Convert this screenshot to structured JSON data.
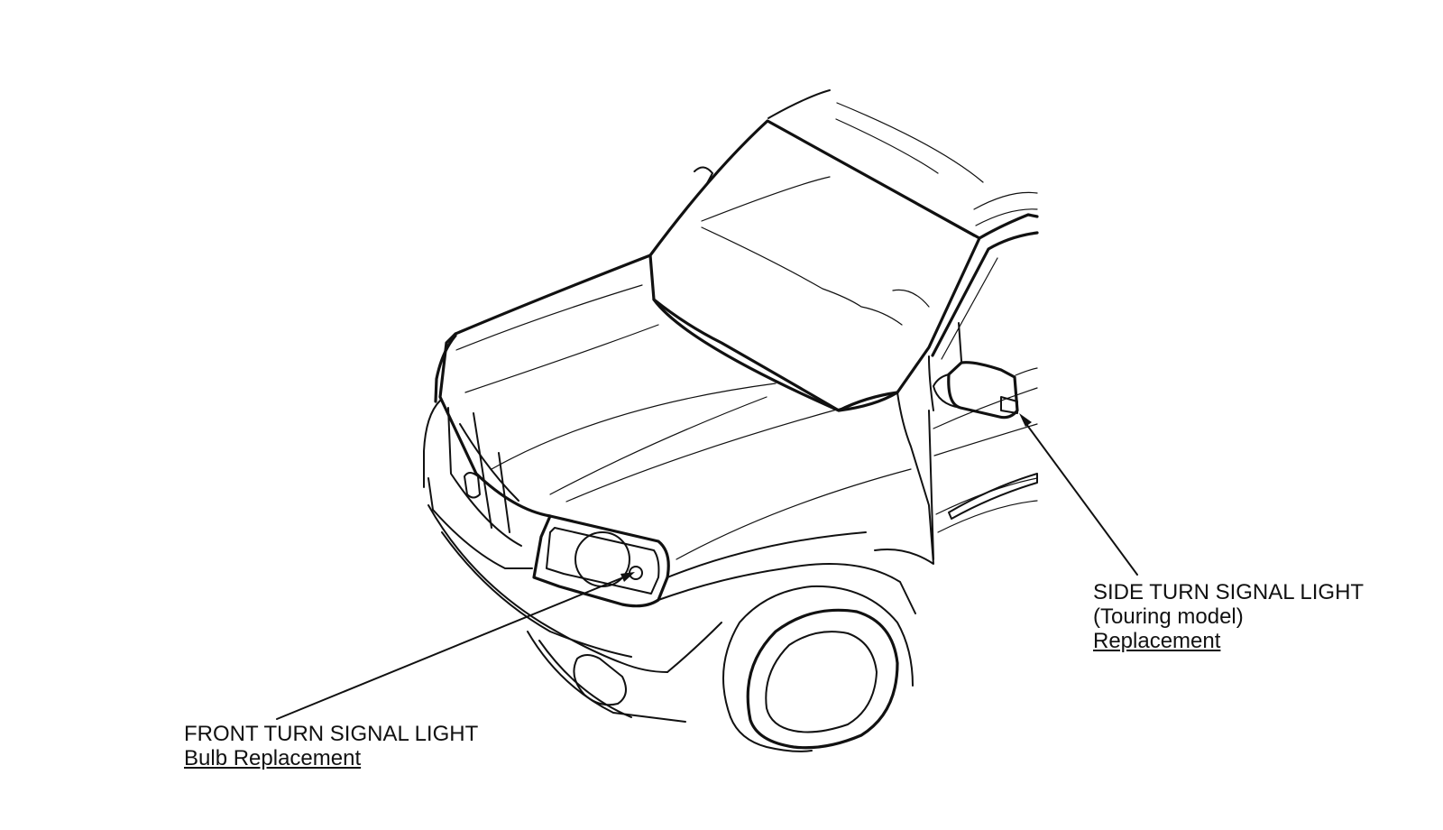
{
  "callouts": {
    "side_turn_signal": {
      "title": "SIDE TURN SIGNAL LIGHT",
      "model_note": "(Touring model)",
      "link": "Replacement"
    },
    "front_turn_signal": {
      "title": "FRONT TURN SIGNAL LIGHT",
      "link": "Bulb Replacement"
    }
  },
  "colors": {
    "line": "#111111",
    "background": "#ffffff"
  }
}
